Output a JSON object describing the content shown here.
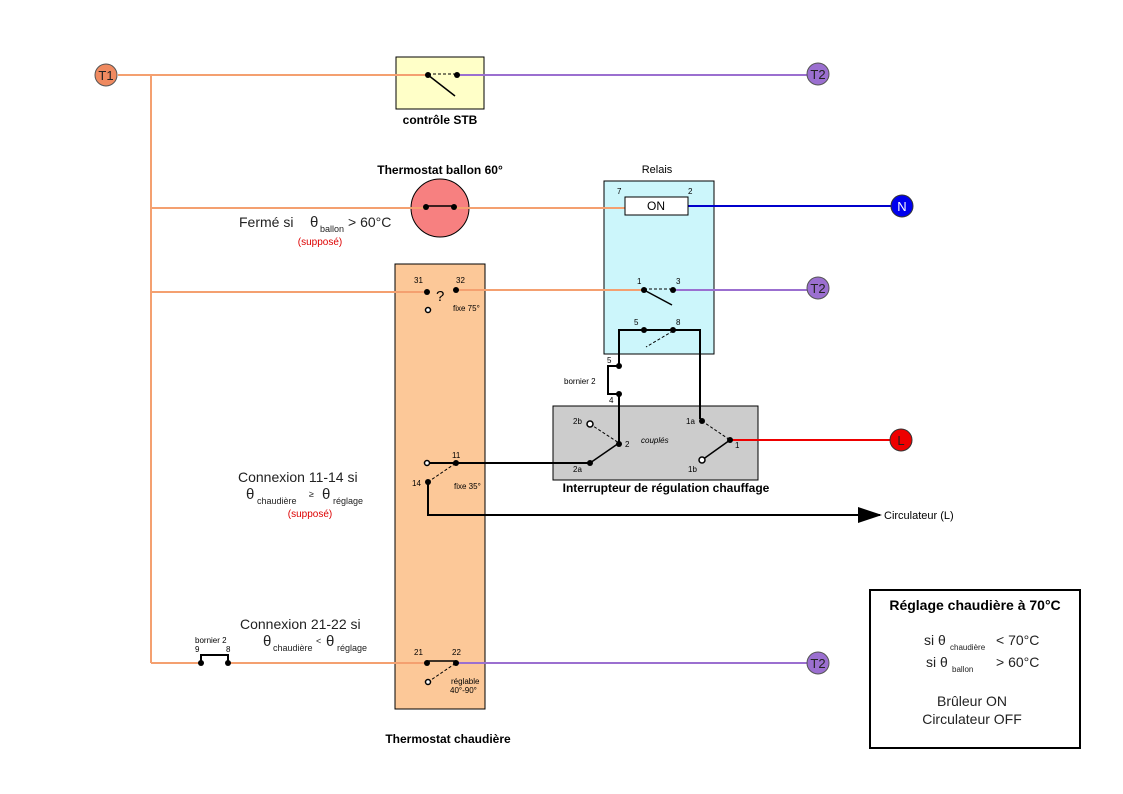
{
  "terminals": {
    "t1": "T1",
    "t2": "T2",
    "n": "N",
    "l": "L"
  },
  "colors": {
    "t1_wire": "#f4a070",
    "t2_wire": "#9b6fd0",
    "neutral_wire": "#0000cc",
    "live_wire": "#ee0000",
    "t1_node": "#f08a60",
    "t2_node": "#9b6fd0",
    "n_node": "#0000ee",
    "l_node": "#ee0000",
    "stb_fill": "#ffffc8",
    "ballon_fill": "#f78080",
    "relais_fill": "#ccf6fb",
    "chaudiere_fill": "#fcc898",
    "interrupteur_fill": "#cccccc"
  },
  "stb": {
    "title": "contrôle STB"
  },
  "ballon": {
    "title": "Thermostat ballon 60°",
    "cond_prefix": "Fermé si",
    "theta": "θ",
    "sub": "ballon",
    "cond_suffix": "> 60°C",
    "note": "(supposé)"
  },
  "relais": {
    "title": "Relais",
    "coil_label": "ON",
    "pin7": "7",
    "pin2": "2",
    "pin1": "1",
    "pin3": "3",
    "pin5": "5",
    "pin8": "8"
  },
  "bornier_top": {
    "label": "bornier 2",
    "pin5": "5",
    "pin4": "4"
  },
  "interrupteur": {
    "title": "Interrupteur de régulation chauffage",
    "coupled": "couplés",
    "pin2b": "2b",
    "pin2": "2",
    "pin2a": "2a",
    "pin1a": "1a",
    "pin1": "1",
    "pin1b": "1b"
  },
  "circulateur": {
    "label": "Circulateur (L)"
  },
  "chaudiere": {
    "title": "Thermostat chaudière",
    "pin31": "31",
    "pin32": "32",
    "question": "?",
    "fixe75": "fixe 75°",
    "pin11": "11",
    "pin14": "14",
    "fixe35": "fixe 35°",
    "pin21": "21",
    "pin22": "22",
    "reglable1": "réglable",
    "reglable2": "40°-90°"
  },
  "conn1114": {
    "line1": "Connexion 11-14  si",
    "theta": "θ",
    "sub1": "chaudière",
    "op": "≥",
    "sub2": "réglage",
    "note": "(supposé)"
  },
  "conn2122": {
    "line1": "Connexion 21-22  si",
    "theta": "θ",
    "sub1": "chaudière",
    "op": "<",
    "sub2": "réglage"
  },
  "bornier_bottom": {
    "label": "bornier 2",
    "pin9": "9",
    "pin8": "8"
  },
  "infobox": {
    "title": "Réglage chaudière à 70°C",
    "row1_prefix": "si θ",
    "row1_sub": "chaudière",
    "row1_value": "< 70°C",
    "row2_prefix": "si θ",
    "row2_sub": "ballon",
    "row2_value": "> 60°C",
    "state1": "Brûleur ON",
    "state2": "Circulateur OFF"
  }
}
